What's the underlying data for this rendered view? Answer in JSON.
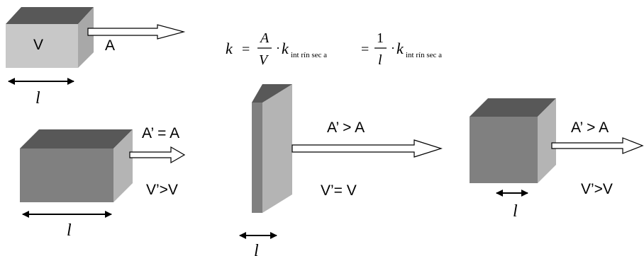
{
  "top_cube": {
    "volume_label": "V",
    "area_label": "A",
    "length_label": "l"
  },
  "formula": {
    "k": "k",
    "equals": "=",
    "A": "A",
    "V": "V",
    "dot": "·",
    "k_sub_base": "k",
    "k_sub": "int rín sec a",
    "one": "1",
    "l": "l"
  },
  "panels": [
    {
      "area_rel": "A’ = A",
      "volume_rel": "V’>V",
      "length_label": "l"
    },
    {
      "area_rel": "A’ > A",
      "volume_rel": "V’= V",
      "length_label": "l"
    },
    {
      "area_rel": "A’ > A",
      "volume_rel": "V’>V",
      "length_label": "l"
    }
  ],
  "colors": {
    "front_light": "#c8c8c8",
    "top_dark": "#585858",
    "side_grey": "#b4b4b4",
    "front_mid": "#808080"
  }
}
